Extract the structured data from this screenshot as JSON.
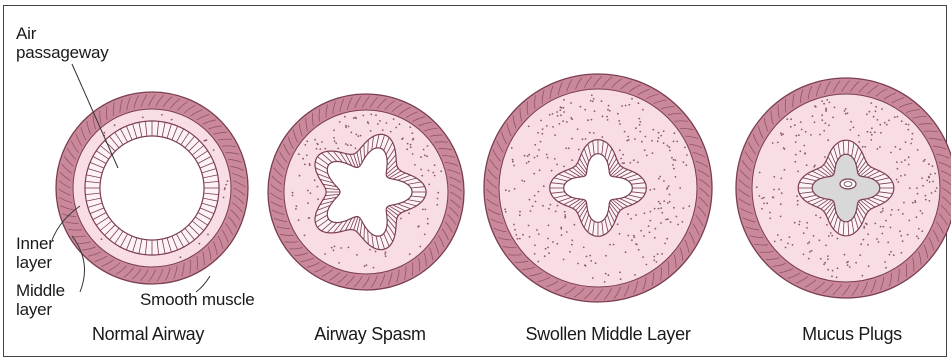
{
  "labels": {
    "air_passageway": [
      "Air",
      "passageway"
    ],
    "inner_layer": [
      "Inner",
      "layer"
    ],
    "middle_layer": [
      "Middle",
      "layer"
    ],
    "smooth_muscle": "Smooth muscle"
  },
  "captions": [
    "Normal Airway",
    "Airway Spasm",
    "Swollen Middle Layer",
    "Mucus Plugs"
  ],
  "colors": {
    "frame": "#444444",
    "muscle_band": "#c9899a",
    "muscle_line": "#7a3e50",
    "middle_layer_fill": "#f9dde5",
    "dot": "#8a5a68",
    "inner_cell_fill": "#fdf3f6",
    "inner_cell_line": "#7a3e50",
    "lumen": "#ffffff",
    "mucus": "#d8d8d8"
  }
}
